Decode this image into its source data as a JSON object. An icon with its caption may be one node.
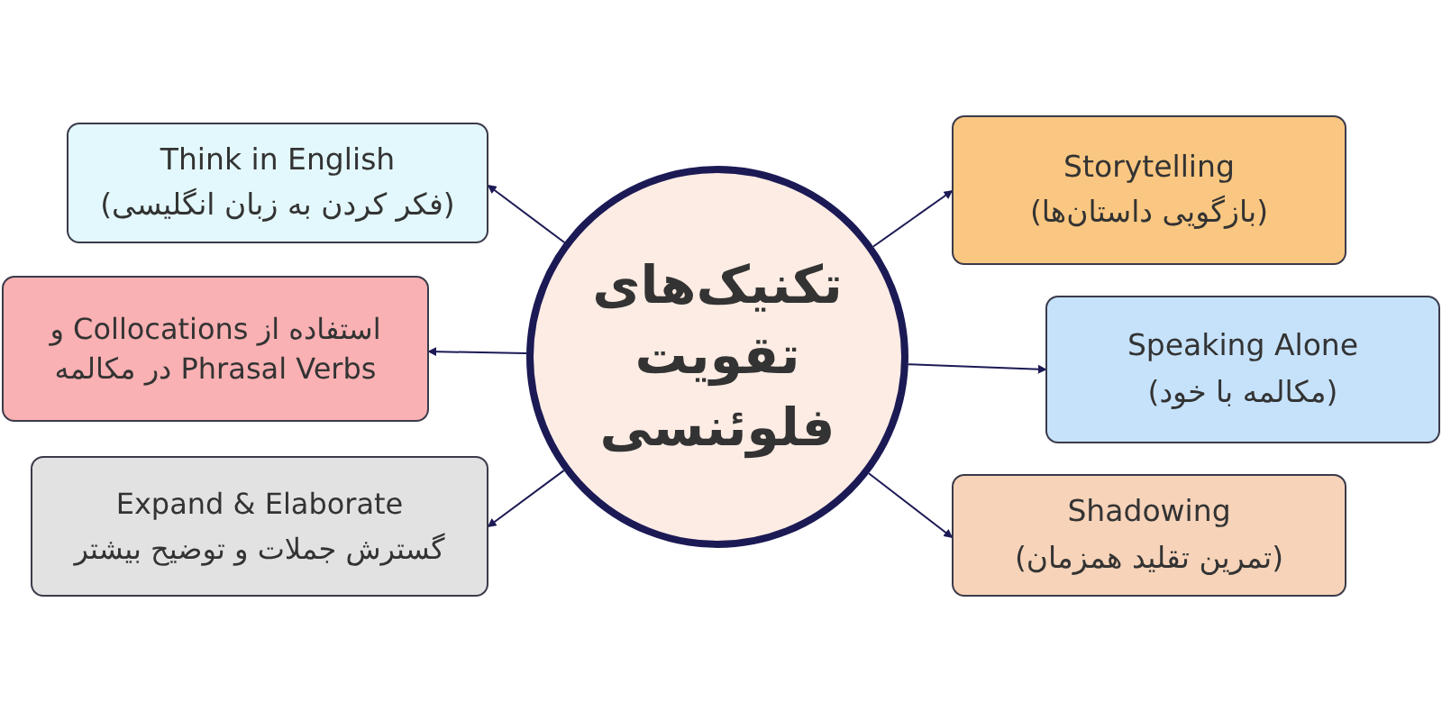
{
  "diagram": {
    "nodes": [
      {
        "text": [
          "تکنیک‌های تقویت فلوئنسی"
        ]
      },
      {
        "text": [
          "Think in English",
          "(فکر کردن به زبان انگلیسی)"
        ]
      },
      {
        "text": [
          "استفاده از Collocations و Phrasal Verbs در مکالمه"
        ]
      },
      {
        "text": [
          "Expand & Elaborate",
          "گسترش جملات و توضیح بیشتر"
        ]
      },
      {
        "text": [
          "Storytelling",
          "(بازگویی داستان‌ها)"
        ]
      },
      {
        "text": [
          "Speaking Alone",
          "(مکالمه با خود)"
        ]
      },
      {
        "text": [
          "Shadowing",
          "(تمرین تقلید همزمان)"
        ]
      }
    ],
    "edges": [
      {
        "from": 0,
        "to": 1,
        "arrow": "to"
      },
      {
        "from": 0,
        "to": 2,
        "arrow": "to"
      },
      {
        "from": 0,
        "to": 3,
        "arrow": "to"
      },
      {
        "from": 0,
        "to": 4,
        "arrow": "to"
      },
      {
        "from": 0,
        "to": 5,
        "arrow": "to"
      },
      {
        "from": 0,
        "to": 6,
        "arrow": "to"
      }
    ]
  }
}
